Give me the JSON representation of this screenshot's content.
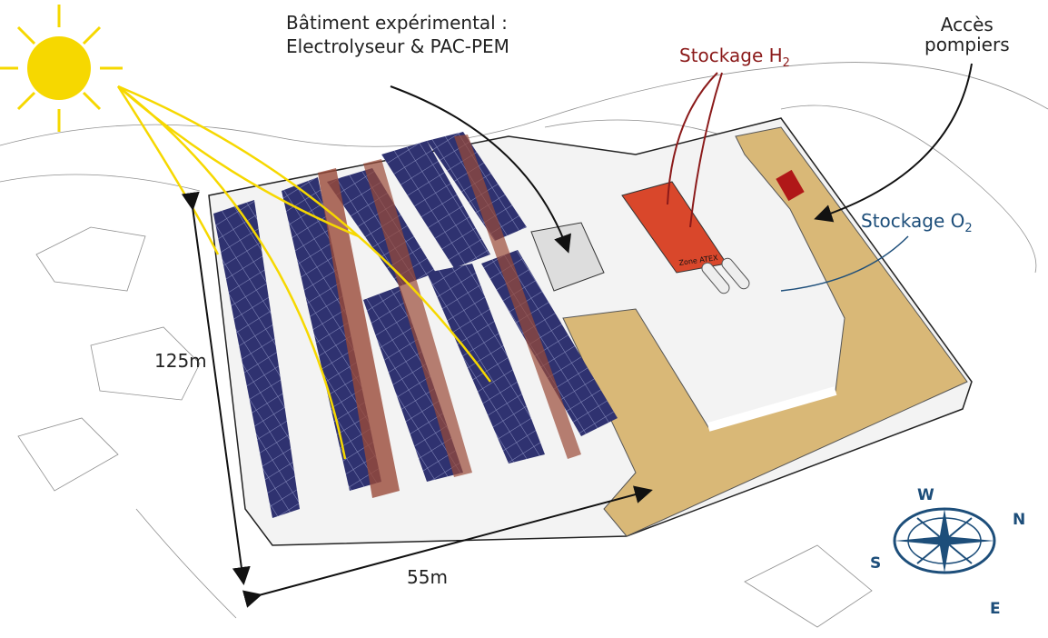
{
  "labels": {
    "building_line1": "Bâtiment expérimental :",
    "building_line2": "Electrolyseur & PAC-PEM",
    "h2_storage": "Stockage H",
    "h2_sub": "2",
    "o2_storage": "Stockage O",
    "o2_sub": "2",
    "fire_access_line1": "Accès",
    "fire_access_line2": "pompiers",
    "length": "125m",
    "width": "55m",
    "atex_zone": "Zone ATEX"
  },
  "compass": {
    "w": "W",
    "n": "N",
    "s": "S",
    "e": "E"
  },
  "colors": {
    "panel": "#2f3270",
    "sand": "#d9b877",
    "h2_zone": "#d9472b",
    "sun": "#f6d800",
    "h2_label": "#8b1a1a",
    "o2_label": "#1d4e7a"
  }
}
